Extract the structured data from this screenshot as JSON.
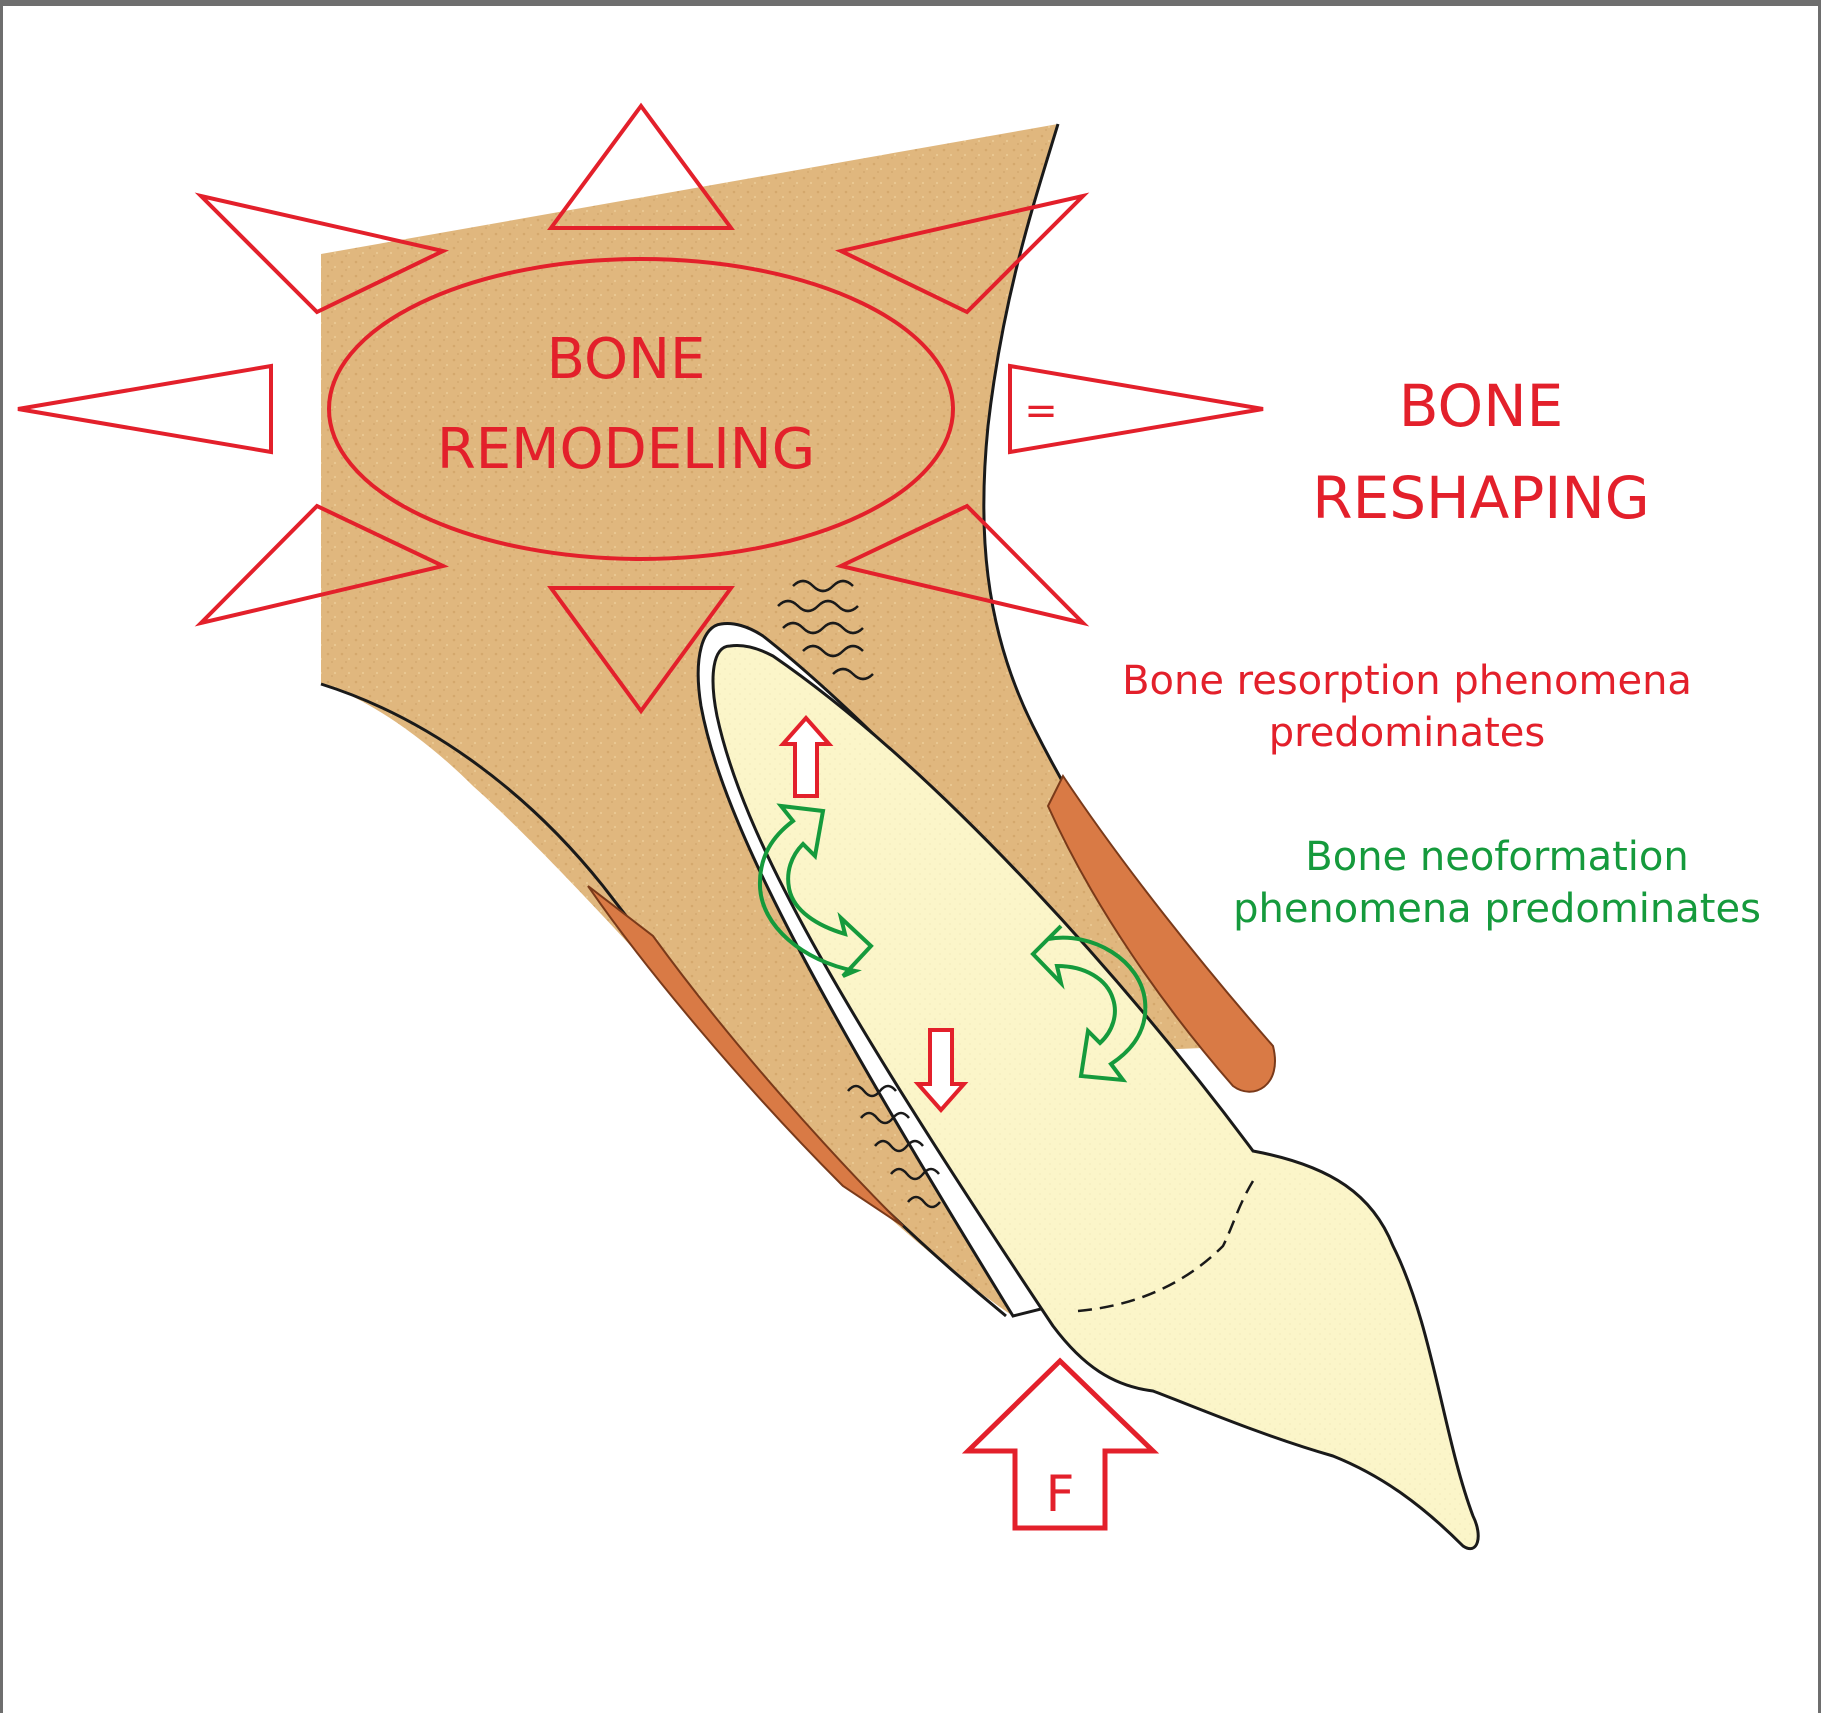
{
  "center_label": {
    "line1": "BONE",
    "line2": "REMODELING"
  },
  "equals_sign": "=",
  "result_label": {
    "line1": "BONE",
    "line2": "RESHAPING"
  },
  "resorption_note": {
    "line1": "Bone resorption phenomena",
    "line2": "predominates"
  },
  "neoformation_note": {
    "line1": "Bone neoformation",
    "line2": "phenomena predominates"
  },
  "force_label": "F",
  "colors": {
    "accent_red": "#e3202b",
    "accent_green": "#159a3c",
    "bone": "#e0b77e",
    "tooth": "#fbf5c9",
    "ligament": "#d97a45"
  }
}
